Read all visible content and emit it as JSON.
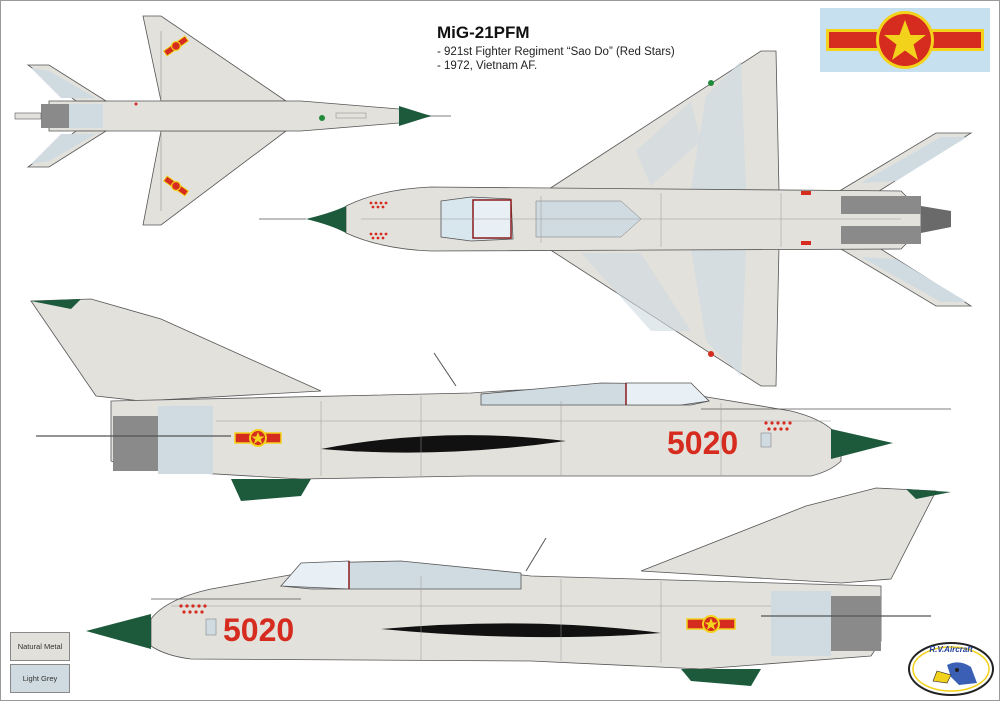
{
  "header": {
    "title": "MiG-21PFM",
    "line1": "- 921st Fighter Regiment “Sao Do” (Red Stars)",
    "line2": "- 1972, Vietnam AF."
  },
  "aircraft": {
    "serial": "5020"
  },
  "legend": {
    "items": [
      {
        "label": "Natural  Metal",
        "color": "#e2e0da"
      },
      {
        "label": "Light Grey",
        "color": "#cfdbe1"
      }
    ]
  },
  "colors": {
    "paint": "#e3e1dc",
    "light_grey": "#cfdbe1",
    "radome": "#1d5a3c",
    "red": "#d62b1f",
    "yellow": "#f3d21c",
    "flag_bg": "#c6e0ef",
    "dark": "#6a6a6a"
  },
  "logo": {
    "text": "R.V.Aircraft",
    "icon": "eagle-head-icon"
  },
  "flag_icon": "vietnam-air-force-roundel-icon"
}
